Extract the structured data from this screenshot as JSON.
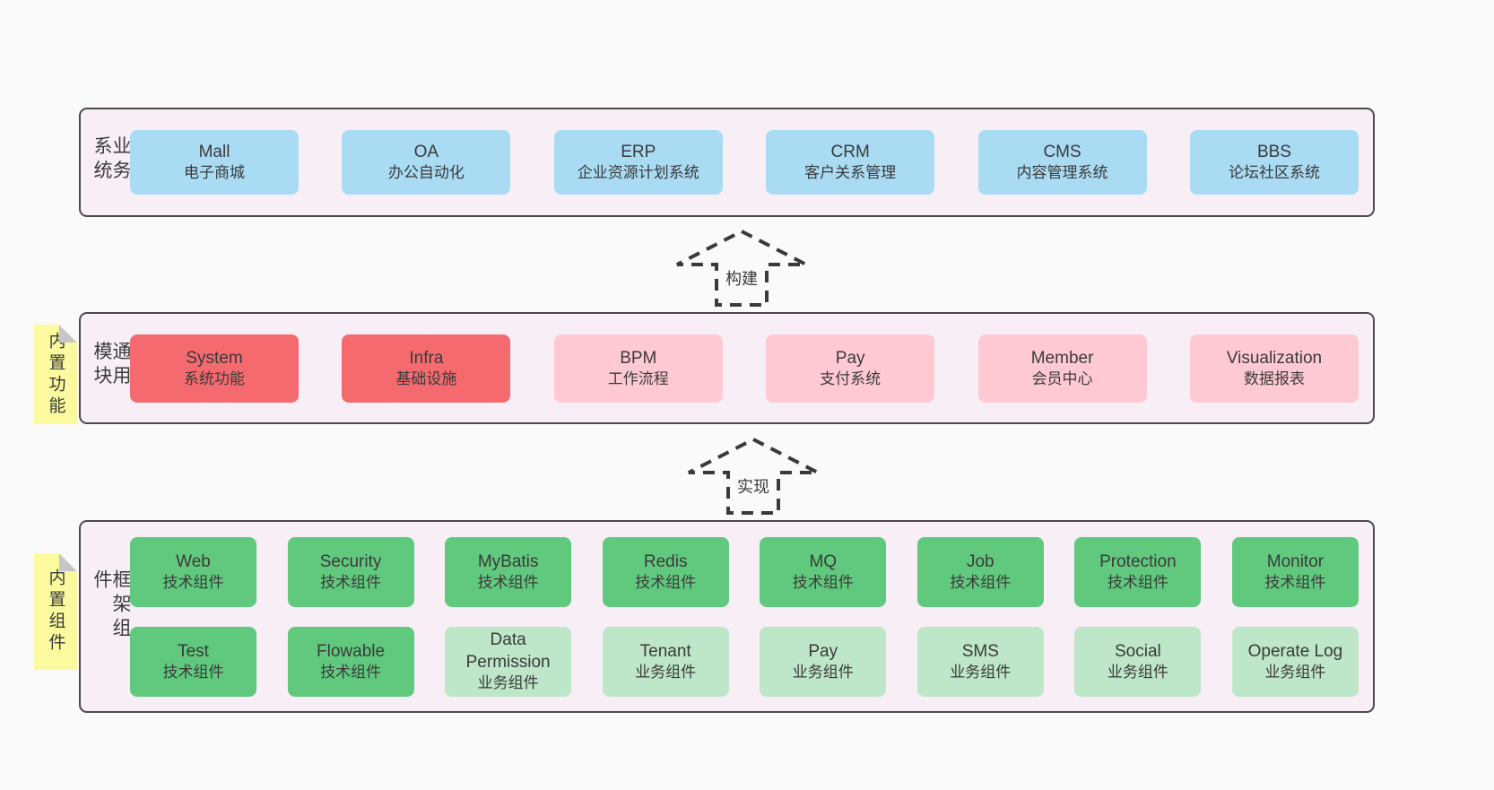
{
  "diagram": {
    "arrows": [
      {
        "id": "build",
        "label": "构建"
      },
      {
        "id": "implement",
        "label": "实现"
      }
    ],
    "sections": [
      {
        "id": "business-systems",
        "label": "业务系统",
        "sticky": "",
        "rows": [
          [
            {
              "name": "Mall",
              "subtitle": "电子商城",
              "variant": "blue"
            },
            {
              "name": "OA",
              "subtitle": "办公自动化",
              "variant": "blue"
            },
            {
              "name": "ERP",
              "subtitle": "企业资源计划系统",
              "variant": "blue"
            },
            {
              "name": "CRM",
              "subtitle": "客户关系管理",
              "variant": "blue"
            },
            {
              "name": "CMS",
              "subtitle": "内容管理系统",
              "variant": "blue"
            },
            {
              "name": "BBS",
              "subtitle": "论坛社区系统",
              "variant": "blue"
            }
          ]
        ]
      },
      {
        "id": "common-modules",
        "label": "通用模块",
        "sticky": "内置功能",
        "rows": [
          [
            {
              "name": "System",
              "subtitle": "系统功能",
              "variant": "red"
            },
            {
              "name": "Infra",
              "subtitle": "基础设施",
              "variant": "red"
            },
            {
              "name": "BPM",
              "subtitle": "工作流程",
              "variant": "pink"
            },
            {
              "name": "Pay",
              "subtitle": "支付系统",
              "variant": "pink"
            },
            {
              "name": "Member",
              "subtitle": "会员中心",
              "variant": "pink"
            },
            {
              "name": "Visualization",
              "subtitle": "数据报表",
              "variant": "pink"
            }
          ]
        ]
      },
      {
        "id": "framework-components",
        "label": "框架组件",
        "sticky": "内置组件",
        "rows": [
          [
            {
              "name": "Web",
              "subtitle": "技术组件",
              "variant": "green"
            },
            {
              "name": "Security",
              "subtitle": "技术组件",
              "variant": "green"
            },
            {
              "name": "MyBatis",
              "subtitle": "技术组件",
              "variant": "green"
            },
            {
              "name": "Redis",
              "subtitle": "技术组件",
              "variant": "green"
            },
            {
              "name": "MQ",
              "subtitle": "技术组件",
              "variant": "green"
            },
            {
              "name": "Job",
              "subtitle": "技术组件",
              "variant": "green"
            },
            {
              "name": "Protection",
              "subtitle": "技术组件",
              "variant": "green"
            },
            {
              "name": "Monitor",
              "subtitle": "技术组件",
              "variant": "green"
            }
          ],
          [
            {
              "name": "Test",
              "subtitle": "技术组件",
              "variant": "green"
            },
            {
              "name": "Flowable",
              "subtitle": "技术组件",
              "variant": "green"
            },
            {
              "name": "Data Permission",
              "subtitle": "业务组件",
              "variant": "lightgreen"
            },
            {
              "name": "Tenant",
              "subtitle": "业务组件",
              "variant": "lightgreen"
            },
            {
              "name": "Pay",
              "subtitle": "业务组件",
              "variant": "lightgreen"
            },
            {
              "name": "SMS",
              "subtitle": "业务组件",
              "variant": "lightgreen"
            },
            {
              "name": "Social",
              "subtitle": "业务组件",
              "variant": "lightgreen"
            },
            {
              "name": "Operate Log",
              "subtitle": "业务组件",
              "variant": "lightgreen"
            }
          ]
        ]
      }
    ],
    "colors": {
      "page_bg": "#fafafa",
      "panel_bg": "#f7eef6",
      "panel_border": "#4b4b4b",
      "blue_box": "#a9dbf3",
      "red_box": "#f56a6e",
      "pink_box": "#ffc9d3",
      "green_box": "#61c97e",
      "light_green_box": "#bee6c8",
      "sticky_note": "#fbfa9e",
      "text": "#3a3a3a"
    }
  }
}
